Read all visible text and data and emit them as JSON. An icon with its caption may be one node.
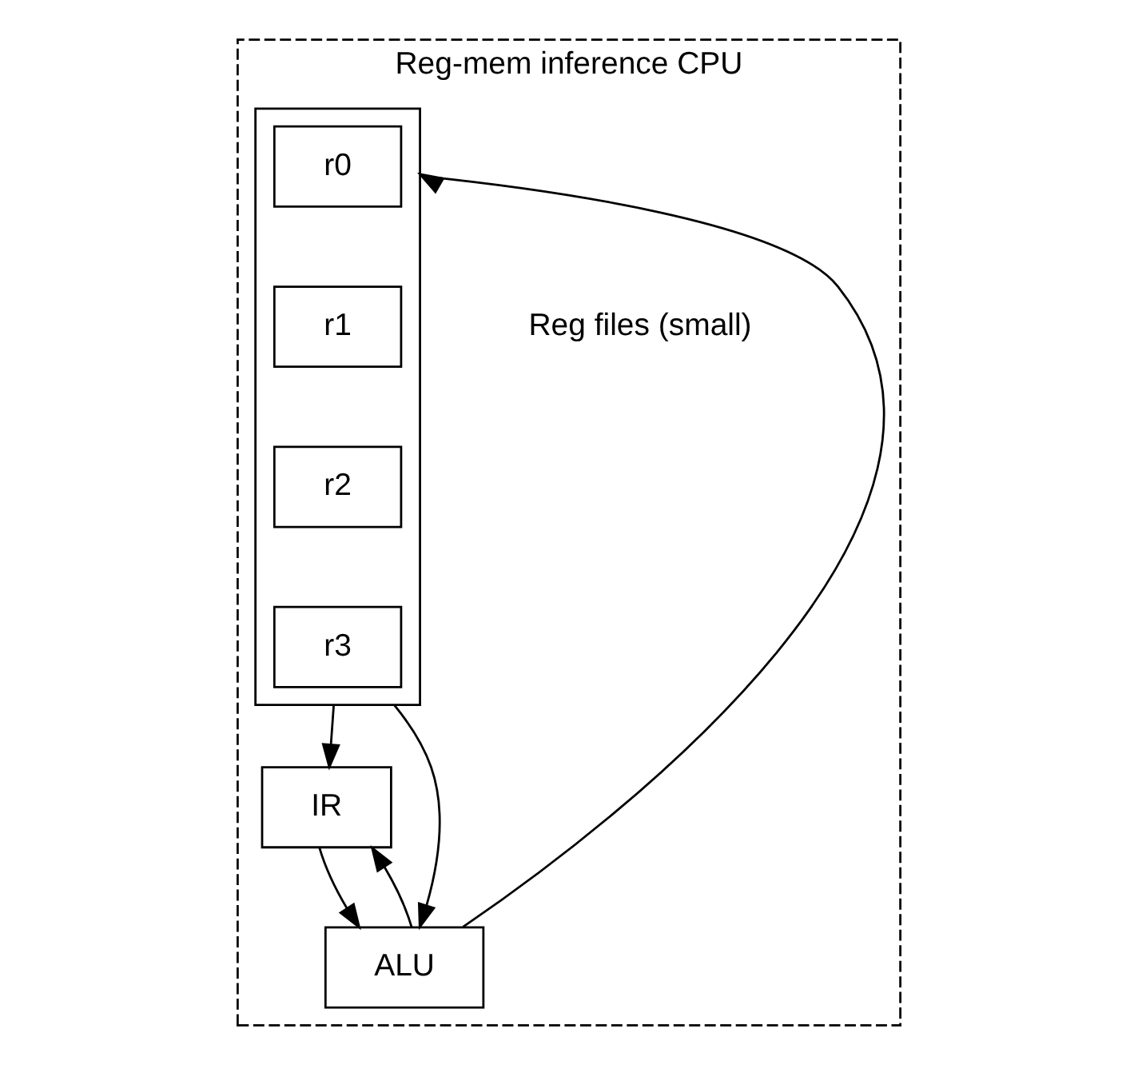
{
  "diagram": {
    "nodes": [
      {
        "text": [
          "Reg-mem inference CPU"
        ]
      },
      {
        "text": [],
        "shape": "box",
        "in": 0,
        "beside": [
          "Reg files (small)"
        ]
      },
      {
        "text": [
          "r0"
        ],
        "in": 1
      },
      {
        "text": [
          "r1"
        ],
        "in": 1
      },
      {
        "text": [
          "r2"
        ],
        "in": 1
      },
      {
        "text": [
          "r3"
        ],
        "in": 1
      },
      {
        "text": [
          "IR"
        ],
        "in": 0
      },
      {
        "text": [
          "ALU"
        ],
        "in": 0
      }
    ],
    "edges": [
      {
        "from": 1,
        "to": 6,
        "arrow": "to"
      },
      {
        "from": 1,
        "to": 7,
        "arrow": "to"
      },
      {
        "from": 6,
        "to": 7,
        "arrow": "to"
      },
      {
        "from": 7,
        "to": 1,
        "arrow": "to"
      },
      {
        "from": 7,
        "to": 6,
        "arrow": "to"
      }
    ]
  }
}
